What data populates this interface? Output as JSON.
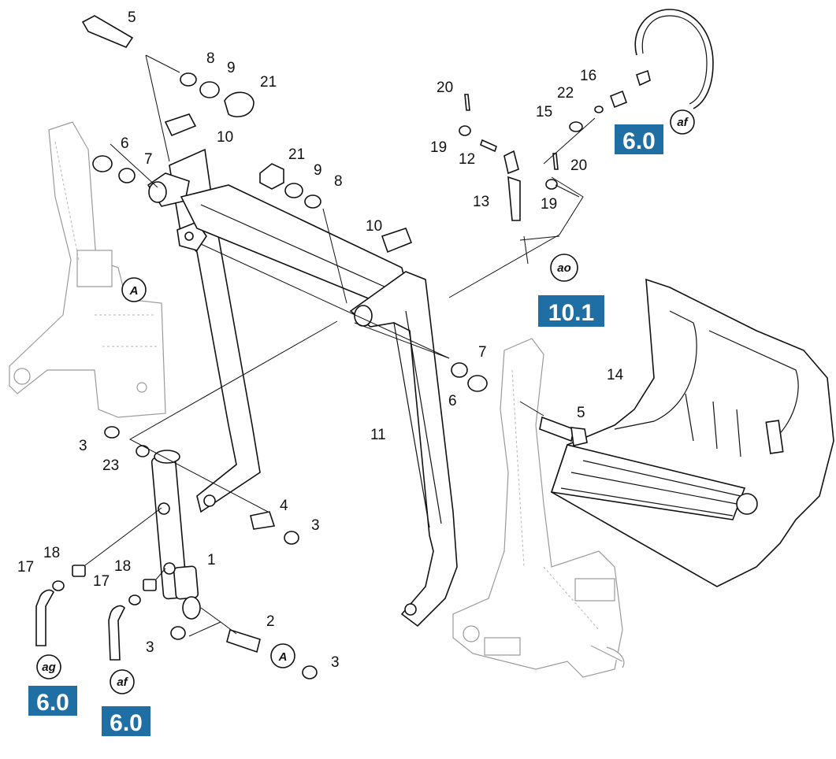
{
  "diagram": {
    "part_numbers": [
      "1",
      "2",
      "3",
      "4",
      "5",
      "6",
      "7",
      "8",
      "9",
      "10",
      "11",
      "12",
      "13",
      "14",
      "15",
      "16",
      "17",
      "18",
      "19",
      "20",
      "21",
      "22",
      "23"
    ],
    "callouts": [
      {
        "id": "c5a",
        "label": "5"
      },
      {
        "id": "c8a",
        "label": "8"
      },
      {
        "id": "c9a",
        "label": "9"
      },
      {
        "id": "c21a",
        "label": "21"
      },
      {
        "id": "c10a",
        "label": "10"
      },
      {
        "id": "c6a",
        "label": "6"
      },
      {
        "id": "c7a",
        "label": "7"
      },
      {
        "id": "c21b",
        "label": "21"
      },
      {
        "id": "c9b",
        "label": "9"
      },
      {
        "id": "c8b",
        "label": "8"
      },
      {
        "id": "c10b",
        "label": "10"
      },
      {
        "id": "c7b",
        "label": "7"
      },
      {
        "id": "c6b",
        "label": "6"
      },
      {
        "id": "c11",
        "label": "11"
      },
      {
        "id": "c5b",
        "label": "5"
      },
      {
        "id": "c14",
        "label": "14"
      },
      {
        "id": "c3a",
        "label": "3"
      },
      {
        "id": "c23",
        "label": "23"
      },
      {
        "id": "c4",
        "label": "4"
      },
      {
        "id": "c3b",
        "label": "3"
      },
      {
        "id": "c1",
        "label": "1"
      },
      {
        "id": "c18a",
        "label": "18"
      },
      {
        "id": "c17a",
        "label": "17"
      },
      {
        "id": "c18b",
        "label": "18"
      },
      {
        "id": "c17b",
        "label": "17"
      },
      {
        "id": "c2",
        "label": "2"
      },
      {
        "id": "c3c",
        "label": "3"
      },
      {
        "id": "c3d",
        "label": "3"
      },
      {
        "id": "c20a",
        "label": "20"
      },
      {
        "id": "c19a",
        "label": "19"
      },
      {
        "id": "c12",
        "label": "12"
      },
      {
        "id": "c13",
        "label": "13"
      },
      {
        "id": "c20b",
        "label": "20"
      },
      {
        "id": "c19b",
        "label": "19"
      },
      {
        "id": "c15",
        "label": "15"
      },
      {
        "id": "c22",
        "label": "22"
      },
      {
        "id": "c16",
        "label": "16"
      }
    ],
    "tags": [
      {
        "id": "tagA1",
        "label": "A"
      },
      {
        "id": "tagA2",
        "label": "A"
      },
      {
        "id": "tag_ag",
        "label": "ag"
      },
      {
        "id": "tag_af1",
        "label": "af"
      },
      {
        "id": "tag_af2",
        "label": "af"
      },
      {
        "id": "tag_ao",
        "label": "ao"
      }
    ],
    "references": [
      {
        "id": "ref_60_top",
        "label": "6.0"
      },
      {
        "id": "ref_101",
        "label": "10.1"
      },
      {
        "id": "ref_60_a",
        "label": "6.0"
      },
      {
        "id": "ref_60_b",
        "label": "6.0"
      }
    ],
    "colors": {
      "ref_box": "#1f6fa5",
      "line": "#111111",
      "ghost": "#9a9a9a"
    }
  }
}
